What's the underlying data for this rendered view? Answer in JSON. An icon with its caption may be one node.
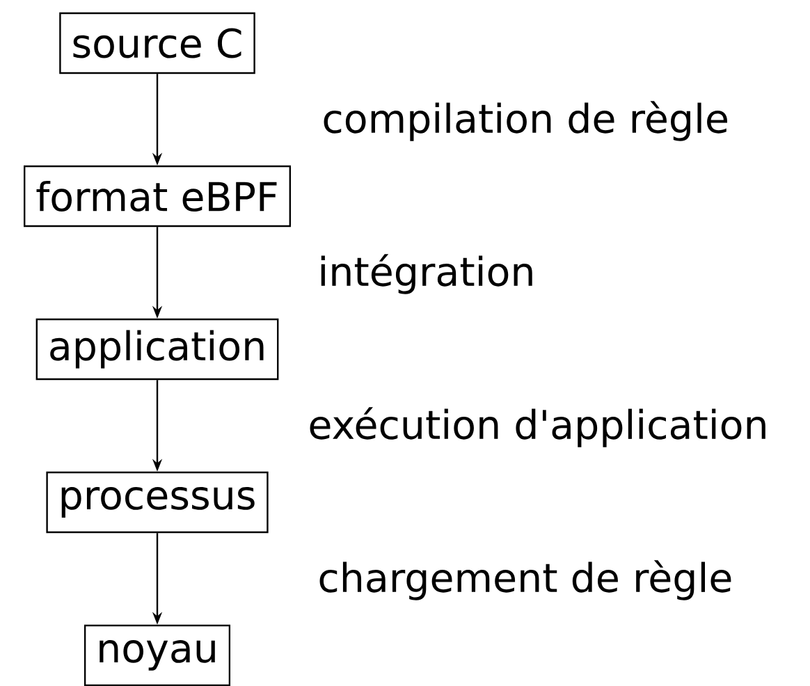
{
  "diagram": {
    "nodes": [
      {
        "text": [
          "source C"
        ]
      },
      {
        "text": [
          "format eBPF"
        ]
      },
      {
        "text": [
          "application"
        ]
      },
      {
        "text": [
          "processus"
        ]
      },
      {
        "text": [
          "noyau"
        ]
      }
    ],
    "edges": [
      {
        "from": 0,
        "to": 1,
        "arrow": "to"
      },
      {
        "from": 1,
        "to": 2,
        "arrow": "to"
      },
      {
        "from": 2,
        "to": 3,
        "arrow": "to"
      },
      {
        "from": 3,
        "to": 4,
        "arrow": "to"
      }
    ],
    "labels": [
      "compilation de règle",
      "intégration",
      "exécution d'application",
      "chargement de règle"
    ]
  }
}
